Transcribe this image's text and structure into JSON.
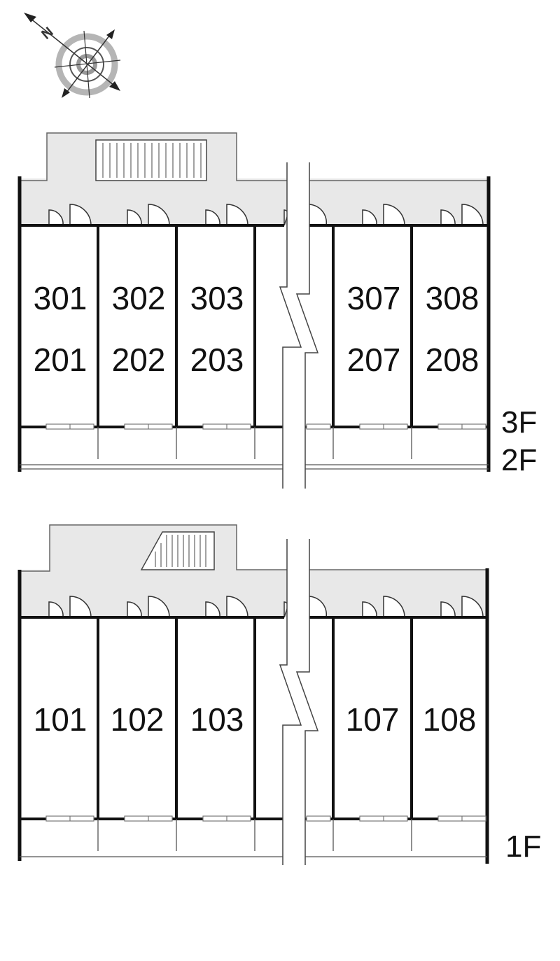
{
  "compass": {
    "north_label": "N",
    "icon": "compass-icon"
  },
  "upper_plan": {
    "row_top": [
      "301",
      "302",
      "303",
      "",
      "307",
      "308"
    ],
    "row_bottom": [
      "201",
      "202",
      "203",
      "",
      "207",
      "208"
    ],
    "floor_labels": [
      "3F",
      "2F"
    ]
  },
  "lower_plan": {
    "row": [
      "101",
      "102",
      "103",
      "",
      "107",
      "108"
    ],
    "floor_labels": [
      "1F"
    ]
  },
  "colors": {
    "corridor": "#e8e8e8",
    "wall": "#111111",
    "line": "#555555"
  }
}
